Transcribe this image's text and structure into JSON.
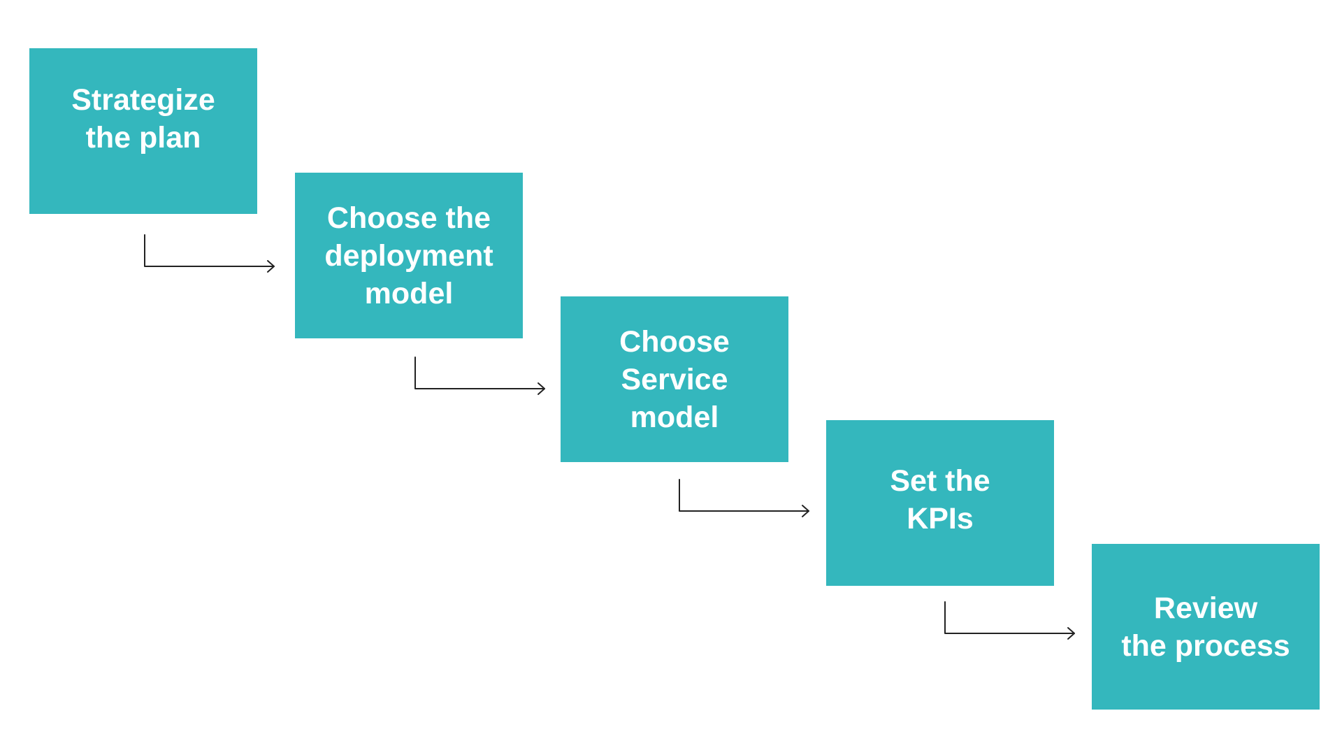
{
  "diagram": {
    "steps": [
      {
        "label": "Strategize\nthe plan"
      },
      {
        "label": "Choose the\ndeployment\nmodel"
      },
      {
        "label": "Choose\nService\nmodel"
      },
      {
        "label": "Set the\nKPIs"
      },
      {
        "label": "Review\nthe process"
      }
    ],
    "colors": {
      "box_fill": "#34b7bd",
      "box_text": "#ffffff",
      "connector": "#222222",
      "background": "#ffffff"
    },
    "connector_style": "elbow-arrow"
  }
}
